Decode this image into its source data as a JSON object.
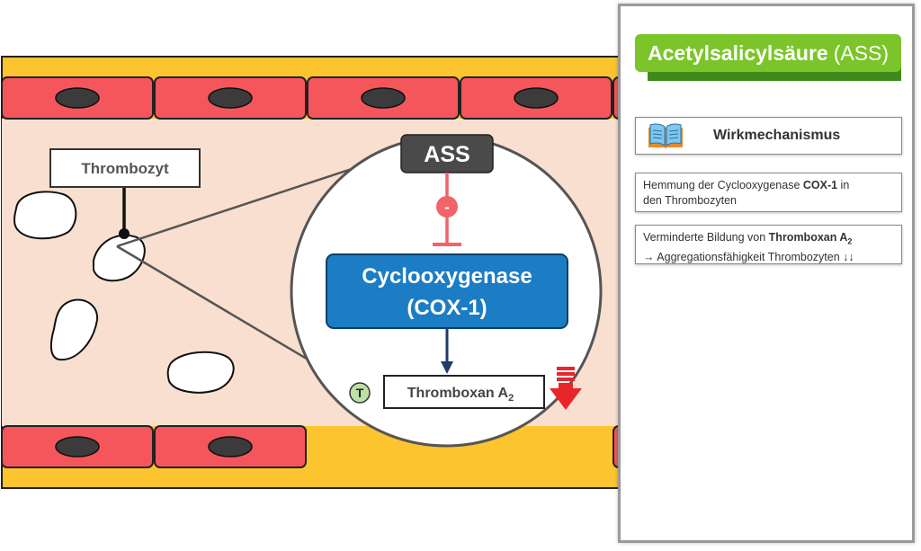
{
  "diagram": {
    "platelet_label": "Thrombozyt",
    "drug_label": "ASS",
    "inhibition_sign": "-",
    "enzyme_line1": "Cyclooxygenase",
    "enzyme_line2": "(COX-1)",
    "product_label": "Thromboxan A",
    "product_subscript": "2",
    "badge_label": "T"
  },
  "panel": {
    "title_bold": "Acetylsalicylsäure",
    "title_rest": "(ASS)",
    "section_label": "Wirkmechanismus",
    "info1_line1_pre": "Hemmung der Cyclooxygenase ",
    "info1_line1_bold": "COX-1",
    "info1_line1_post": " in",
    "info1_line2": "den  Thrombozyten",
    "info2_line1_pre": "Verminderte Bildung von ",
    "info2_line1_bold": "Thromboxan A",
    "info2_line1_sub": "2",
    "info2_line2": "→ Aggregationsfähigkeit Thrombozyten ↓↓"
  },
  "colors": {
    "vessel_wall": "#fcc42e",
    "endothelial_cell": "#f5565c",
    "nucleus": "#3b3b3b",
    "lumen": "#f9dfcf",
    "drug_box": "#4a4a4a",
    "enzyme_box": "#1c7dc4",
    "inhibition": "#f0646a",
    "arrow": "#1f3b67",
    "decrease_arrow": "#e8252b",
    "badge": "#bde0a6",
    "title_green": "#7bc52a",
    "title_shadow": "#3f8a1a"
  }
}
